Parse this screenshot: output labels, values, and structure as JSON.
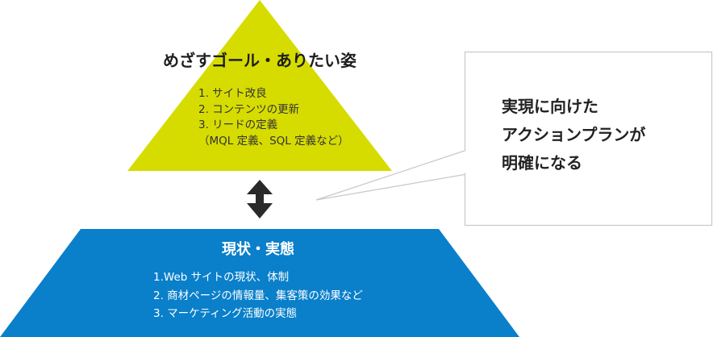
{
  "goal": {
    "title": "めざすゴール・ありたい姿",
    "items": [
      "1. サイト改良",
      "2. コンテンツの更新",
      "3. リードの定義",
      "（MQL 定義、SQL 定義など）"
    ]
  },
  "callout": {
    "lines": [
      "実現に向けた",
      "アクションプランが",
      "明確になる"
    ]
  },
  "current": {
    "title": "現状・実態",
    "items": [
      "1.Web サイトの現状、体制",
      "2. 商材ページの情報量、集客策の効果など",
      "3. マーケティング活動の実態"
    ]
  },
  "colors": {
    "goal_fill": "#d6dc00",
    "current_fill": "#0a7fca",
    "arrow": "#2a2a2a",
    "callout_border": "#c8c8c8"
  },
  "icons": {
    "connector": "double-headed-vertical-arrow-icon"
  }
}
